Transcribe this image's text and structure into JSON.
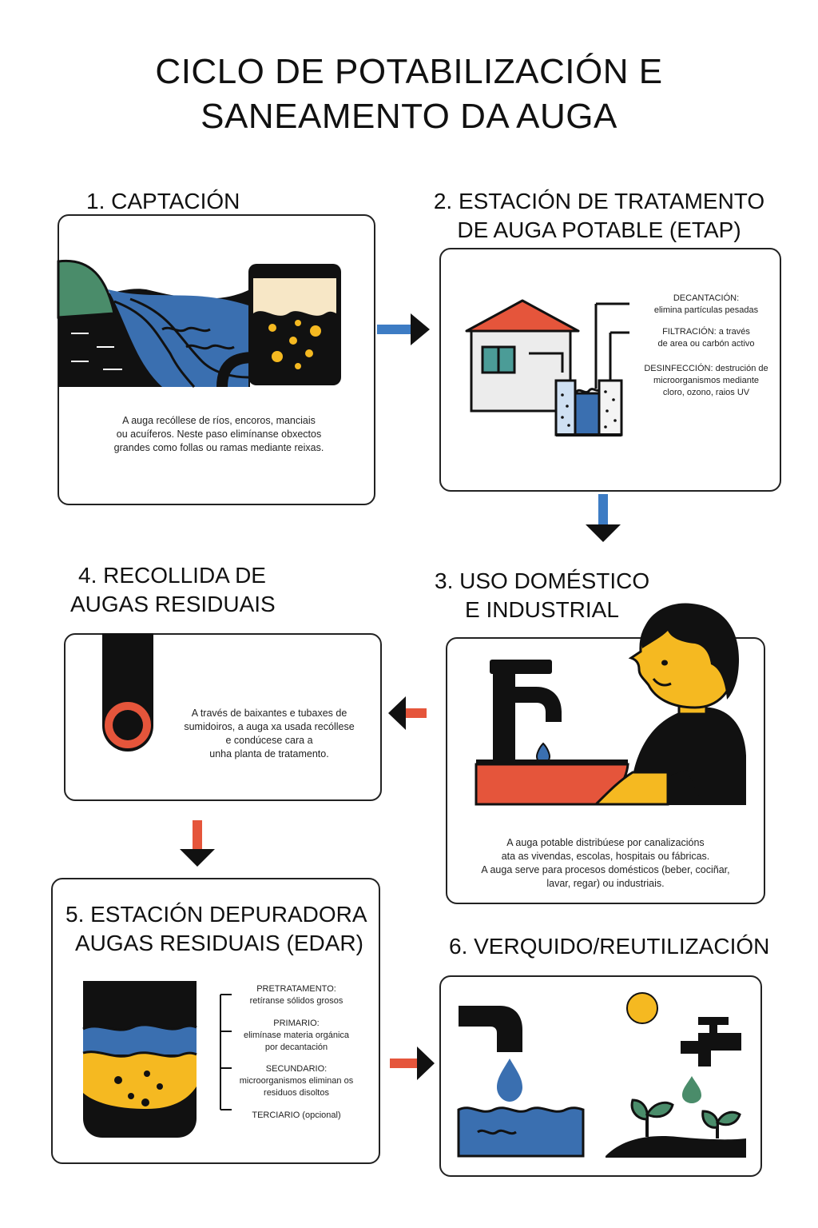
{
  "title": {
    "line1": "CICLO DE POTABILIZACIÓN E",
    "line2": "SANEAMENTO DA AUGA"
  },
  "steps": {
    "s1": {
      "title": "1. CAPTACIÓN",
      "desc": [
        "A auga recóllese de ríos, encoros, manciais",
        "ou acuíferos. Neste paso elimínanse obxectos",
        "grandes como follas ou ramas mediante reixas."
      ]
    },
    "s2": {
      "title_line1": "2. ESTACIÓN DE TRATAMENTO",
      "title_line2": "DE AUGA POTABLE (ETAP)",
      "notes": [
        {
          "l1": "DECANTACIÓN:",
          "l2": "elimina partículas pesadas"
        },
        {
          "l1": "FILTRACIÓN: a través",
          "l2": "de area ou carbón activo"
        },
        {
          "l1": "DESINFECCIÓN: destrución de",
          "l2": "microorganismos mediante",
          "l3": "cloro, ozono, raios UV"
        }
      ]
    },
    "s3": {
      "title_line1": "3. USO DOMÉSTICO",
      "title_line2": "E INDUSTRIAL",
      "desc": [
        "A auga potable distribúese por canalizacións",
        "ata as vivendas, escolas, hospitais ou fábricas.",
        "A auga serve para procesos domésticos (beber, cociñar,",
        "lavar, regar) ou industriais."
      ]
    },
    "s4": {
      "title_line1": "4. RECOLLIDA DE",
      "title_line2": "AUGAS RESIDUAIS",
      "desc": [
        "A través de baixantes e tubaxes de",
        "sumidoiros, a auga xa usada recóllese",
        "e condúcese cara a",
        "unha planta de tratamento."
      ]
    },
    "s5": {
      "title_line1": "5. ESTACIÓN DEPURADORA",
      "title_line2": "AUGAS RESIDUAIS (EDAR)",
      "notes": [
        {
          "l1": "PRETRATAMENTO:",
          "l2": "retíranse sólidos grosos"
        },
        {
          "l1": "PRIMARIO:",
          "l2": "elimínase materia orgánica",
          "l3": "por decantación"
        },
        {
          "l1": "SECUNDARIO:",
          "l2": "microorganismos eliminan os",
          "l3": "residuos disoltos"
        },
        {
          "l1": "TERCIARIO (opcional)"
        }
      ]
    },
    "s6": {
      "title": "6. VERQUIDO/REUTILIZACIÓN"
    }
  },
  "colors": {
    "blue": "#3a6fb0",
    "red": "#e5553b",
    "yellow": "#f5b921",
    "green": "#4a8c6a",
    "black": "#111111",
    "cream": "#f7e7c6",
    "teal": "#4b9c97",
    "arrow_blue": "#3d7cc4"
  },
  "icons": [
    "river-icon",
    "intake-tank-icon",
    "treatment-house-icon",
    "filter-tanks-icon",
    "faucet-icon",
    "person-icon",
    "sink-icon",
    "sewer-pipe-icon",
    "treatment-tank-icon",
    "pipe-discharge-icon",
    "irrigation-tap-icon",
    "sun-icon",
    "plants-icon"
  ]
}
